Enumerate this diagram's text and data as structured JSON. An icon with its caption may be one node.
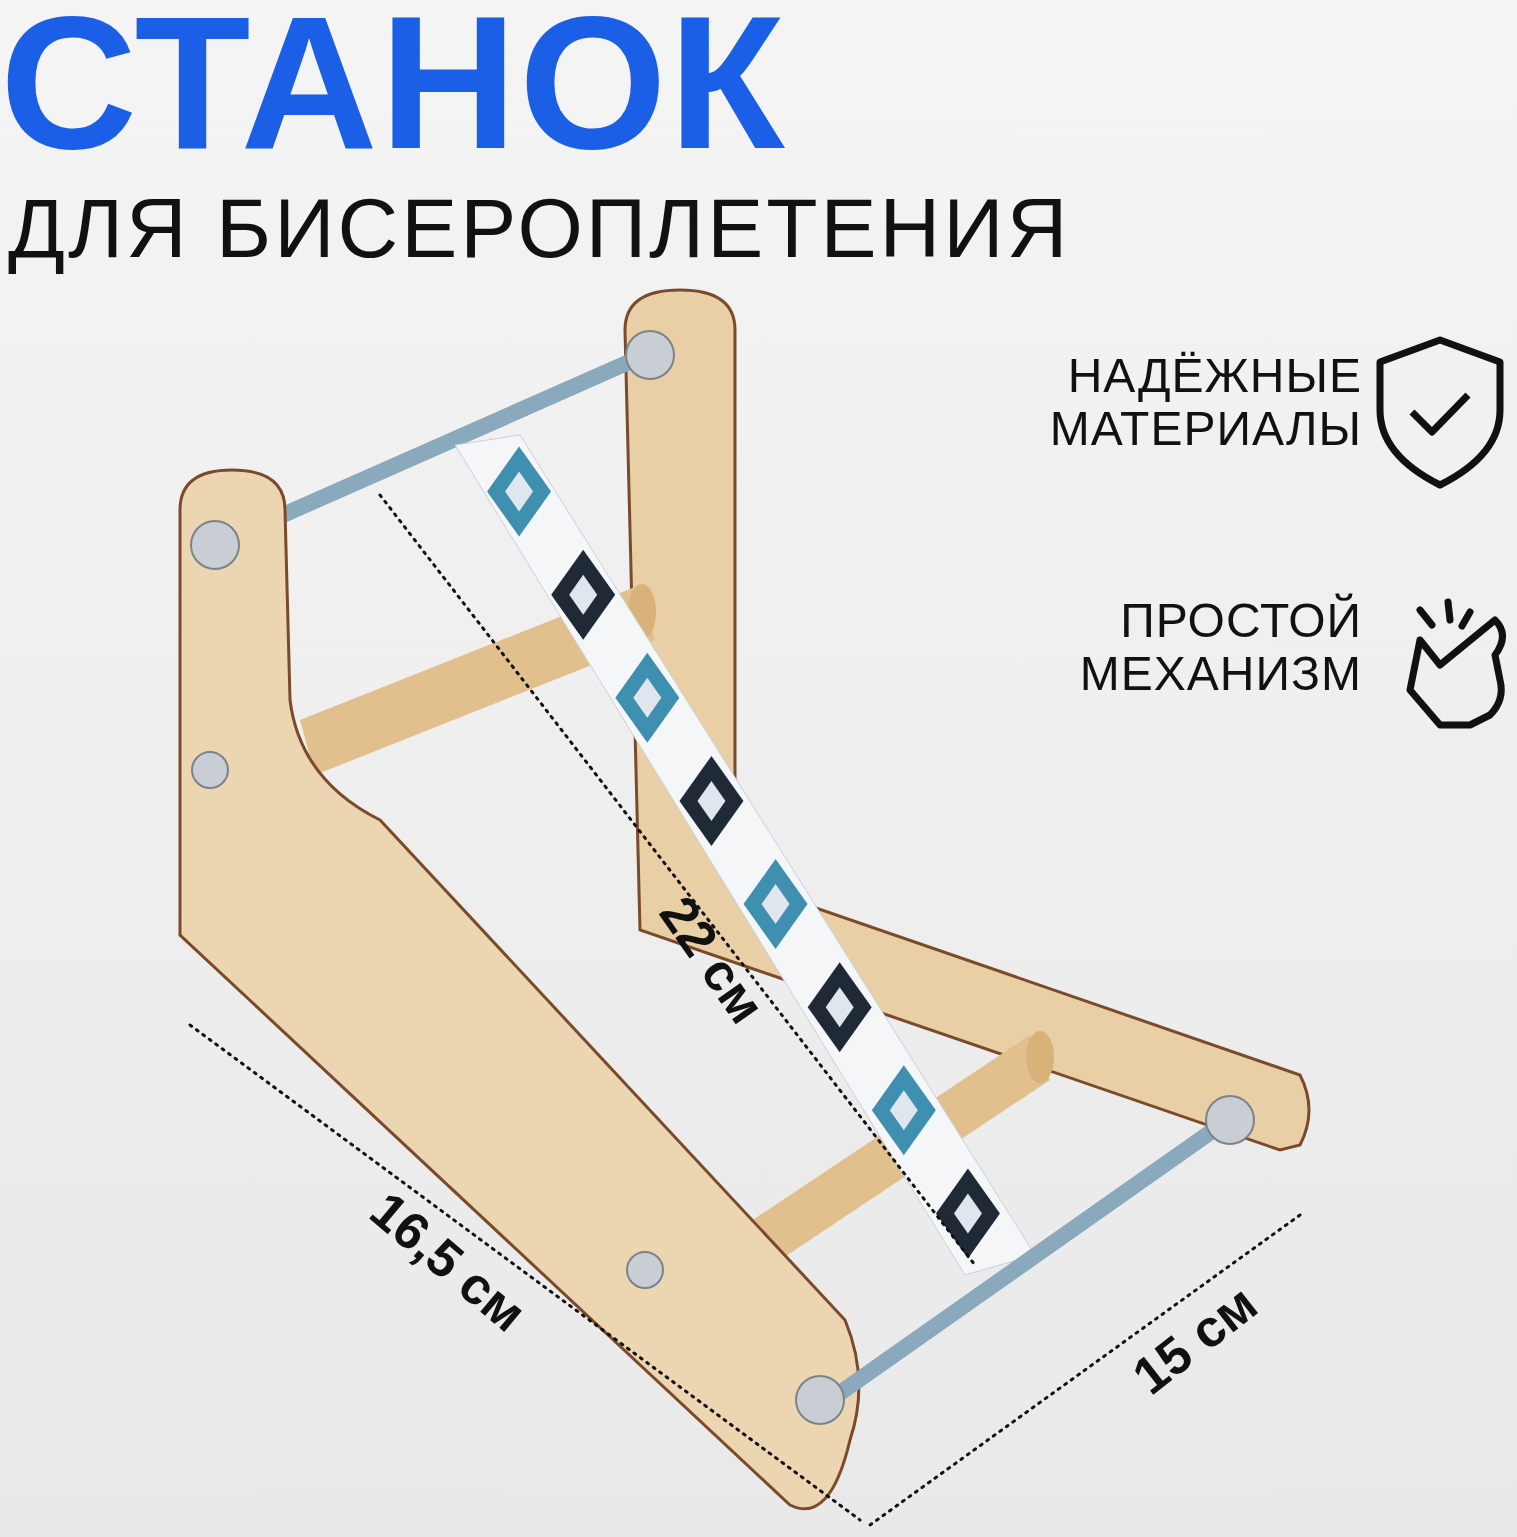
{
  "diagram": {
    "title": "СТАНОК",
    "labels": [
      "ДЛЯ БИСЕРОПЛЕТЕНИЯ",
      "НАДЁЖНЫЕ МАТЕРИАЛЫ",
      "ПРОСТОЙ МЕХАНИЗМ",
      "22 см",
      "16,5 см",
      "15 см"
    ]
  }
}
